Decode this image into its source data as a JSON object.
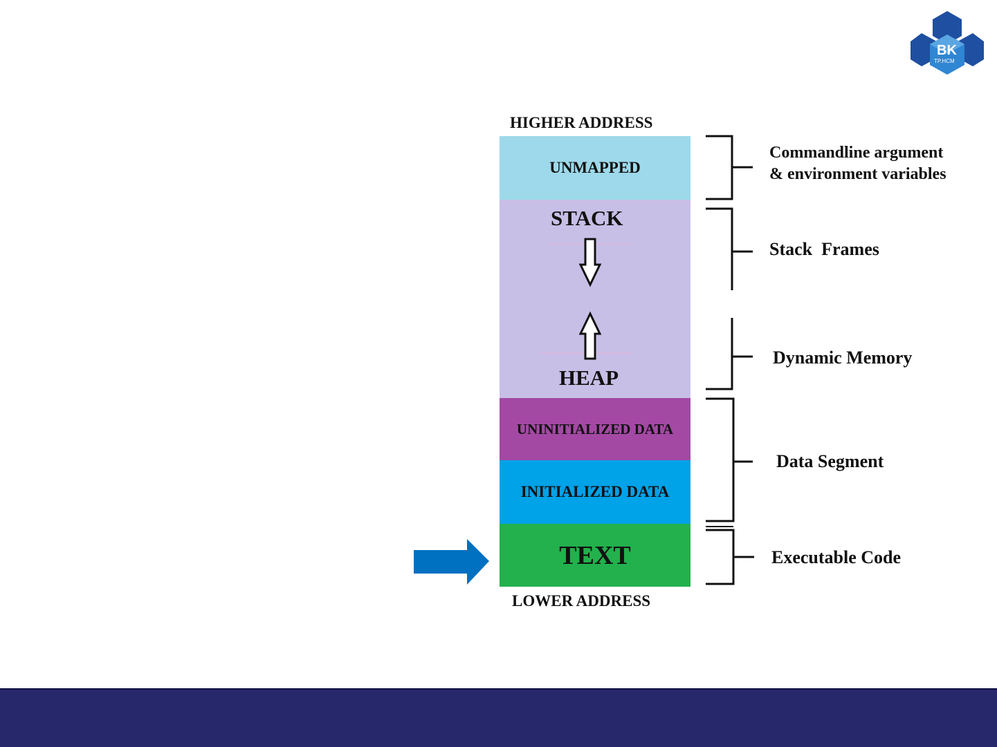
{
  "logo": {
    "line1": "BK",
    "line2": "TP.HCM",
    "colors": {
      "dark": "#1f4fa0",
      "light": "#2f86d2"
    }
  },
  "diagram": {
    "top_label": "HIGHER ADDRESS",
    "bottom_label": "LOWER ADDRESS",
    "segments": {
      "unmapped": {
        "label": "UNMAPPED",
        "color": "#9dd9ea"
      },
      "stack": {
        "label": "STACK",
        "color": "#c8bfe7"
      },
      "heap": {
        "label": "HEAP",
        "color": "#c8bfe7"
      },
      "uninit": {
        "label": "UNINITIALIZED DATA",
        "color": "#a349a4"
      },
      "init": {
        "label": "INITIALIZED DATA",
        "color": "#00a2e8"
      },
      "text": {
        "label": "TEXT",
        "color": "#22b14c"
      }
    },
    "annotations": {
      "cmdline_1": "Commandline argument",
      "cmdline_2": "& environment variables",
      "stack_frames": "Stack  Frames",
      "dynamic": "Dynamic Memory",
      "data_segment": "Data Segment",
      "executable": "Executable Code"
    },
    "pointer_arrow_color": "#0070c0"
  },
  "footer_color": "#27276c"
}
